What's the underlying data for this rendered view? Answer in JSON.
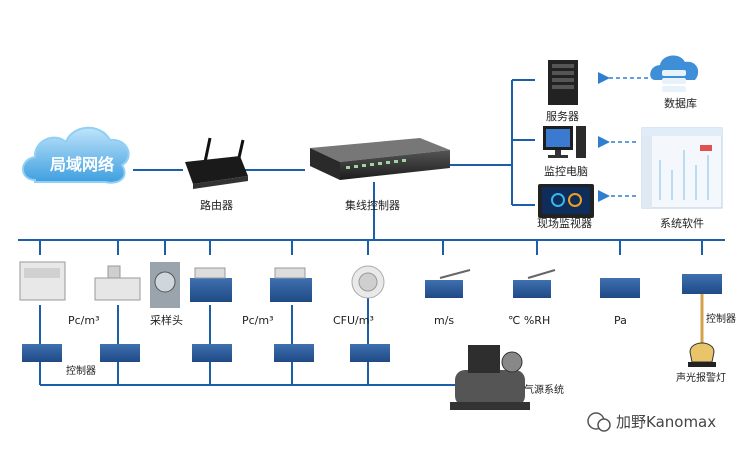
{
  "network": {
    "cloud_label": "局域网络",
    "router_label": "路由器",
    "switch_label": "集线控制器"
  },
  "right_panel": {
    "server_label": "服务器",
    "monitor_pc_label": "监控电脑",
    "onsite_monitor_label": "现场监视器",
    "database_label": "数据库",
    "software_label": "系统软件"
  },
  "devices": {
    "pc_m3_1": "Pc/m³",
    "sampling_head": "采样头",
    "pc_m3_2": "Pc/m³",
    "cfu_m3": "CFU/m³",
    "velocity": "m/s",
    "temp_rh": "℃  %RH",
    "pressure": "Pa",
    "controller_right": "控制器",
    "alarm_light": "声光报警灯",
    "controller_left": "控制器",
    "air_source": "气源系统"
  },
  "watermark": {
    "text": "加野Kanomax"
  },
  "colors": {
    "line": "#1a5fa8",
    "arrow": "#2f7fd0",
    "cloud": "#5fb5e8",
    "device_blue": "#2e5b9a"
  }
}
